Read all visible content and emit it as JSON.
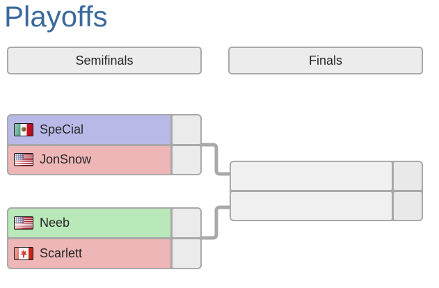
{
  "title": "Playoffs",
  "rounds": {
    "semifinals": "Semifinals",
    "finals": "Finals"
  },
  "matches": {
    "sf1": {
      "p1": {
        "name": "SpeCial",
        "flag": "mexico",
        "score": "",
        "bg": "#b9b9e8"
      },
      "p2": {
        "name": "JonSnow",
        "flag": "usa",
        "score": "",
        "bg": "#eeb6b6"
      }
    },
    "sf2": {
      "p1": {
        "name": "Neeb",
        "flag": "usa",
        "score": "",
        "bg": "#b9e8b9"
      },
      "p2": {
        "name": "Scarlett",
        "flag": "canada",
        "score": "",
        "bg": "#eeb6b6"
      }
    },
    "final": {
      "p1": {
        "name": "",
        "flag": "",
        "score": "",
        "bg": "#f0f0f0"
      },
      "p2": {
        "name": "",
        "flag": "",
        "score": "",
        "bg": "#f0f0f0"
      }
    }
  },
  "colors": {
    "title_blue": "#3a6a9d",
    "border_gray": "#a9a9a9",
    "connector_gray": "#a9a9a9",
    "header_bg": "#ececec",
    "score_cell_bg": "#ebebeb",
    "finals_score_bg": "#e9e9e9"
  }
}
